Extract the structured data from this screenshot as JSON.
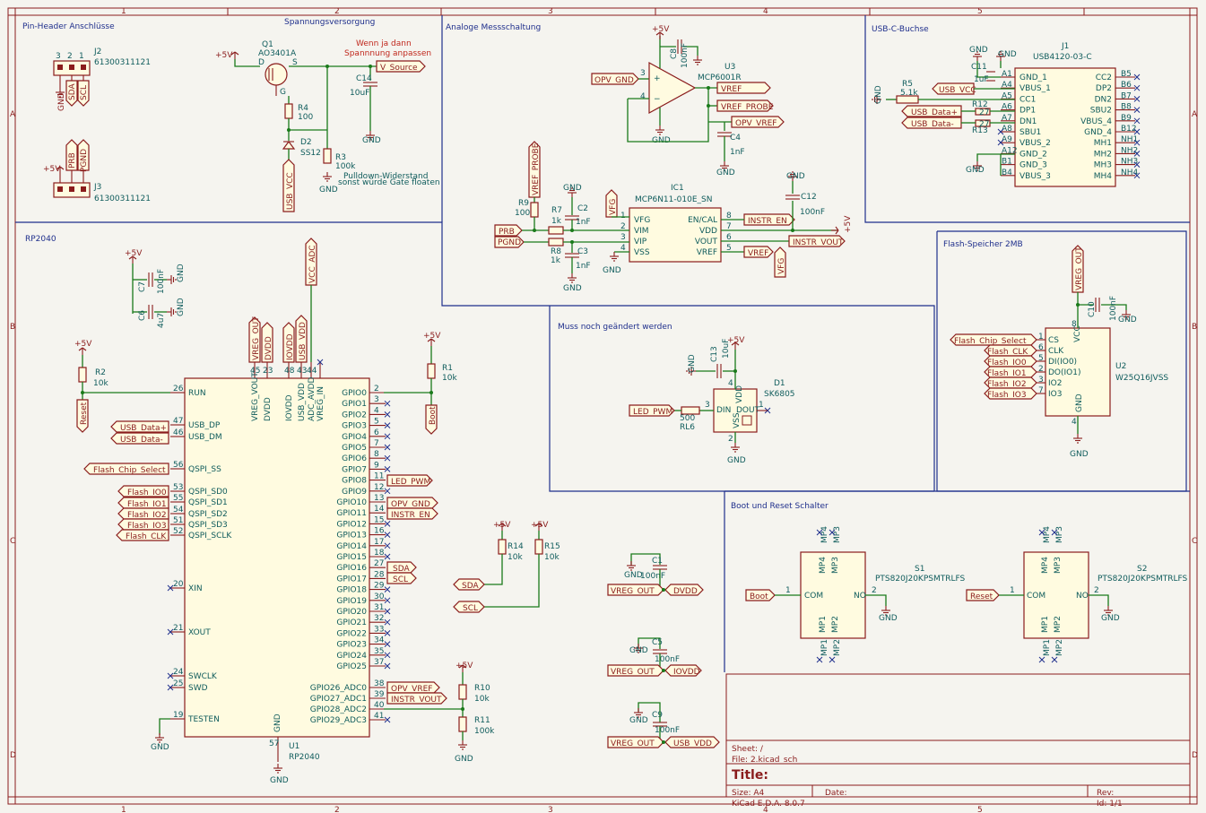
{
  "frame": {
    "columns": [
      "1",
      "2",
      "3",
      "4",
      "5"
    ],
    "rows": [
      "A",
      "B",
      "C",
      "D"
    ]
  },
  "blocks": {
    "pinheader": "Pin-Header Anschlüsse",
    "power": "Spannungsversorgung",
    "analog": "Analoge Messschaltung",
    "usbc": "USB-C-Buchse",
    "rp2040": "RP2040",
    "flash": "Flash-Speicher 2MB",
    "led": "Muss noch geändert werden",
    "bootreset": "Boot und Reset Schalter"
  },
  "notes": {
    "wenn1": "Wenn ja dann",
    "wenn2": "Spannnung anpassen",
    "pulldown1": "Pulldown-Widerstand",
    "pulldown2": "sonst würde Gate floaten"
  },
  "refs": {
    "J2": "J2",
    "J2v": "61300311121",
    "J3": "J3",
    "J3v": "61300311121",
    "Q1": "Q1",
    "Q1v": "AO3401A",
    "R4": "R4",
    "R4v": "100",
    "D2": "D2",
    "D2v": "SS12",
    "R3": "R3",
    "R3v": "100k",
    "C14": "C14",
    "C14v": "10uF",
    "U3": "U3",
    "U3v": "MCP6001R",
    "C8": "C8",
    "C8v": "100nF",
    "C4": "C4",
    "C4v": "1nF",
    "IC1": "IC1",
    "IC1v": "MCP6N11-010E_SN",
    "C12": "C12",
    "C12v": "100nF",
    "R9": "R9",
    "R9v": "100",
    "R7": "R7",
    "R7v": "1k",
    "R8": "R8",
    "R8v": "1k",
    "C2": "C2",
    "C2v": "1nF",
    "C3": "C3",
    "C3v": "1nF",
    "J1": "J1",
    "J1v": "USB4120-03-C",
    "R5": "R5",
    "R5v": "5.1k",
    "C11": "C11",
    "C11v": "1uF",
    "R12": "R12",
    "R13": "R13",
    "R12v": "27",
    "R13v": "27",
    "C7": "C7",
    "C7v": "100nF",
    "C6": "C6",
    "C6v": "4u7",
    "R2": "R2",
    "R2v": "10k",
    "R1": "R1",
    "R1v": "10k",
    "U1": "U1",
    "U1v": "RP2040",
    "C10": "C10",
    "C10v": "100nF",
    "U2": "U2",
    "U2v": "W25Q16JVSS",
    "D1": "D1",
    "D1v": "SK6805",
    "C13": "C13",
    "C13v": "10uF",
    "RL6": "RL6",
    "RL6v": "500",
    "R14": "R14",
    "R14v": "10k",
    "R15": "R15",
    "R15v": "10k",
    "C1": "C1",
    "C1v": "100nF",
    "C5": "C5",
    "C5v": "100nF",
    "C9": "C9",
    "C9v": "100nF",
    "R10": "R10",
    "R10v": "10k",
    "R11": "R11",
    "R11v": "100k",
    "S1": "S1",
    "S1v": "PTS820J20KPSMTRLFS",
    "S2": "S2",
    "S2v": "PTS820J20KPSMTRLFS"
  },
  "net": {
    "p5v": "+5V",
    "gnd": "GND",
    "vsource": "V_Source",
    "usbvcc": "USB_VCC",
    "opvgnd": "OPV_GND",
    "vref": "VREF",
    "vrefprobe": "VREF_PROBE",
    "opvvref": "OPV_VREF",
    "vfg": "VFG",
    "instren": "INSTR_EN",
    "instrvout": "INSTR_VOUT",
    "prb": "PRB",
    "pgnd": "PGND",
    "sda": "SDA",
    "scl": "SCL",
    "usbdp": "USB_Data+",
    "usbdm": "USB_Data-",
    "vccadc": "VCC_ADC",
    "vregout": "VREG_OUT",
    "dvdd": "DVDD",
    "iovdd": "IOVDD",
    "usbvdd": "USB_VDD",
    "reset": "Reset",
    "boot": "Boot",
    "flashss": "Flash_Chip_Select",
    "flashclk": "Flash_CLK",
    "io0": "Flash_IO0",
    "io1": "Flash_IO1",
    "io2": "Flash_IO2",
    "io3": "Flash_IO3",
    "ledpwm": "LED_PWM"
  },
  "j1": {
    "left": [
      "GND_1",
      "VBUS_1",
      "CC1",
      "DP1",
      "DN1",
      "SBU1",
      "VBUS_2",
      "GND_2",
      "GND_3",
      "VBUS_3"
    ],
    "leftpins": [
      "A1",
      "A4",
      "A5",
      "A6",
      "A7",
      "A8",
      "A9",
      "A12",
      "B1",
      "B4"
    ],
    "right": [
      "CC2",
      "DP2",
      "DN2",
      "SBU2",
      "VBUS_4",
      "GND_4",
      "MH1",
      "MH2",
      "MH3",
      "MH4"
    ],
    "rightpins": [
      "B5",
      "B6",
      "B7",
      "B8",
      "B9",
      "B12",
      "NH1",
      "NH2",
      "NH3",
      "NH4"
    ]
  },
  "ic1": {
    "left": [
      "VFG",
      "VIM",
      "VIP",
      "VSS"
    ],
    "leftpins": [
      "1",
      "2",
      "3",
      "4"
    ],
    "right": [
      "EN/CAL",
      "VDD",
      "VOUT",
      "VREF"
    ],
    "rightpins": [
      "8",
      "7",
      "6",
      "5"
    ]
  },
  "u1": {
    "left": [
      {
        "pin": "26",
        "name": "RUN"
      },
      {
        "pin": "47",
        "name": "USB_DP"
      },
      {
        "pin": "46",
        "name": "USB_DM"
      },
      {
        "pin": "56",
        "name": "QSPI_SS"
      },
      {
        "pin": "53",
        "name": "QSPI_SD0"
      },
      {
        "pin": "55",
        "name": "QSPI_SD1"
      },
      {
        "pin": "54",
        "name": "QSPI_SD2"
      },
      {
        "pin": "51",
        "name": "QSPI_SD3"
      },
      {
        "pin": "52",
        "name": "QSPI_SCLK"
      },
      {
        "pin": "20",
        "name": "XIN"
      },
      {
        "pin": "21",
        "name": "XOUT"
      },
      {
        "pin": "24",
        "name": "SWCLK"
      },
      {
        "pin": "25",
        "name": "SWD"
      },
      {
        "pin": "19",
        "name": "TESTEN"
      }
    ],
    "top": [
      {
        "pin": "45",
        "name": "VREG_VOUT"
      },
      {
        "pin": "23",
        "name": "DVDD"
      },
      {
        "pin": "48",
        "name": "IOVDD"
      },
      {
        "pin": "43",
        "name": "USB_VDD"
      },
      {
        "pin": "44",
        "name": "ADC_AVDD"
      },
      {
        "pin": "",
        "name": "VREG_IN"
      }
    ],
    "right": [
      {
        "pin": "2",
        "name": "GPIO0"
      },
      {
        "pin": "3",
        "name": "GPIO1"
      },
      {
        "pin": "4",
        "name": "GPIO2"
      },
      {
        "pin": "5",
        "name": "GPIO3"
      },
      {
        "pin": "6",
        "name": "GPIO4"
      },
      {
        "pin": "7",
        "name": "GPIO5"
      },
      {
        "pin": "8",
        "name": "GPIO6"
      },
      {
        "pin": "9",
        "name": "GPIO7"
      },
      {
        "pin": "11",
        "name": "GPIO8"
      },
      {
        "pin": "12",
        "name": "GPIO9"
      },
      {
        "pin": "13",
        "name": "GPIO10"
      },
      {
        "pin": "14",
        "name": "GPIO11"
      },
      {
        "pin": "15",
        "name": "GPIO12"
      },
      {
        "pin": "16",
        "name": "GPIO13"
      },
      {
        "pin": "17",
        "name": "GPIO14"
      },
      {
        "pin": "18",
        "name": "GPIO15"
      },
      {
        "pin": "27",
        "name": "GPIO16"
      },
      {
        "pin": "28",
        "name": "GPIO17"
      },
      {
        "pin": "29",
        "name": "GPIO18"
      },
      {
        "pin": "30",
        "name": "GPIO19"
      },
      {
        "pin": "31",
        "name": "GPIO20"
      },
      {
        "pin": "32",
        "name": "GPIO21"
      },
      {
        "pin": "33",
        "name": "GPIO22"
      },
      {
        "pin": "34",
        "name": "GPIO23"
      },
      {
        "pin": "35",
        "name": "GPIO24"
      },
      {
        "pin": "37",
        "name": "GPIO25"
      },
      {
        "pin": "38",
        "name": "GPIO26_ADC0"
      },
      {
        "pin": "39",
        "name": "GPIO27_ADC1"
      },
      {
        "pin": "40",
        "name": "GPIO28_ADC2"
      },
      {
        "pin": "41",
        "name": "GPIO29_ADC3"
      }
    ],
    "gndpin": "57",
    "gndname": "GND"
  },
  "u2": {
    "left": [
      "CS",
      "CLK",
      "DI(IO0)",
      "DO(IO1)",
      "IO2",
      "IO3"
    ],
    "leftpins": [
      "1",
      "6",
      "5",
      "2",
      "3",
      "7"
    ],
    "vccpin": "8",
    "vcc": "VCC",
    "gndpin": "4",
    "gnd": "GND"
  },
  "d1": {
    "din": "DIN",
    "dout": "DOUT",
    "vdd": "VDD",
    "vss": "VSS",
    "pin3": "3",
    "pin1": "1",
    "pin2": "2",
    "pin4": "4"
  },
  "sw": {
    "com": "COM",
    "no": "NO",
    "mp1": "MP1",
    "mp2": "MP2",
    "mp3": "MP3",
    "mp4": "MP4",
    "p1": "1",
    "p2": "2"
  },
  "titleblock": {
    "sheet": "Sheet: /",
    "file": "File: 2.kicad_sch",
    "title": "Title:",
    "size": "Size: A4",
    "date": "Date:",
    "rev": "Rev:",
    "tool": "KiCad E.D.A. 8.0.7",
    "id": "Id: 1/1"
  }
}
